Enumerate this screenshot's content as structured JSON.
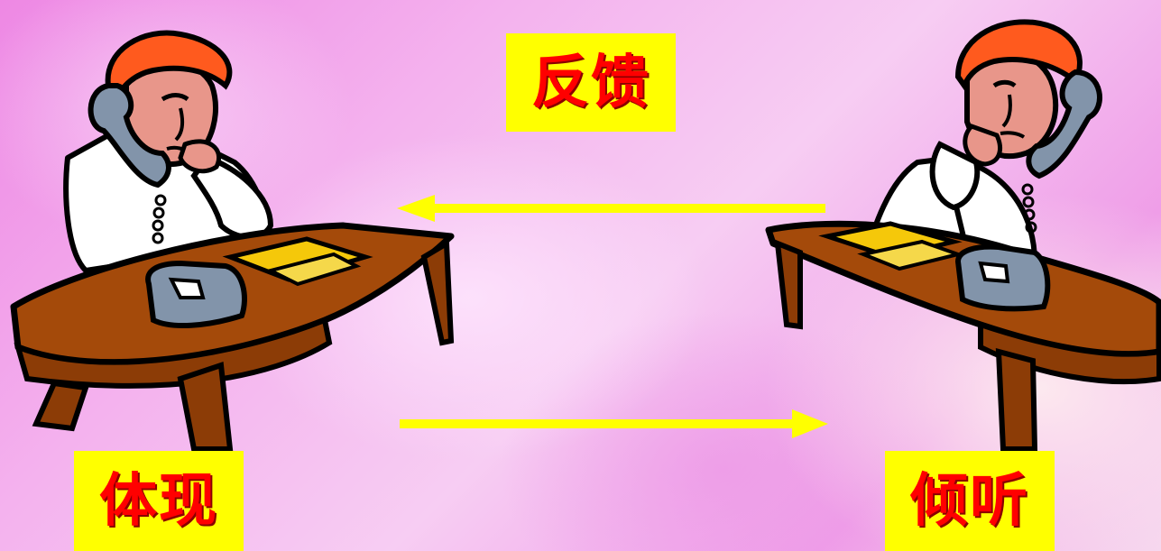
{
  "labels": {
    "feedback": "反馈",
    "express": "体现",
    "listen": "倾听"
  },
  "colors": {
    "label_bg": "#ffff00",
    "label_text": "#ff0000",
    "arrow": "#ffff00",
    "desk": "#a44a0a",
    "hair": "#ff5a1e",
    "skin": "#e8968a",
    "phone": "#8294aa"
  },
  "icons": {
    "left_figure": "person-on-phone-at-desk-icon",
    "right_figure": "person-on-phone-at-desk-icon",
    "top_arrow": "arrow-left-icon",
    "bottom_arrow": "arrow-right-icon"
  }
}
